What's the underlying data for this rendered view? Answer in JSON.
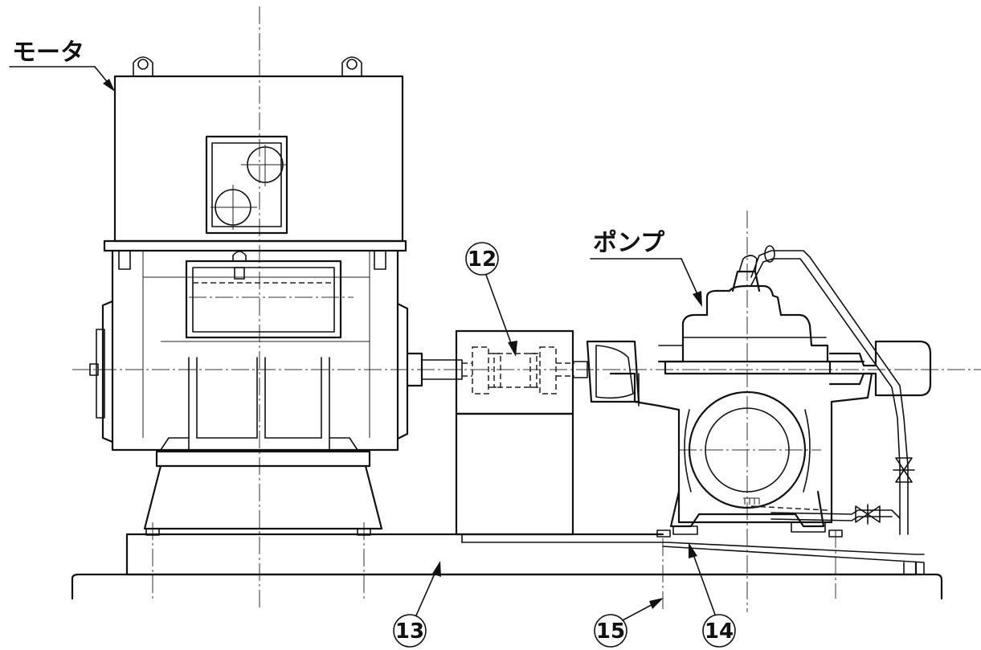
{
  "labels": {
    "motor": "モータ",
    "pump": "ポンプ"
  },
  "callouts": {
    "c12": "12",
    "c13": "13",
    "c14": "14",
    "c15": "15"
  }
}
